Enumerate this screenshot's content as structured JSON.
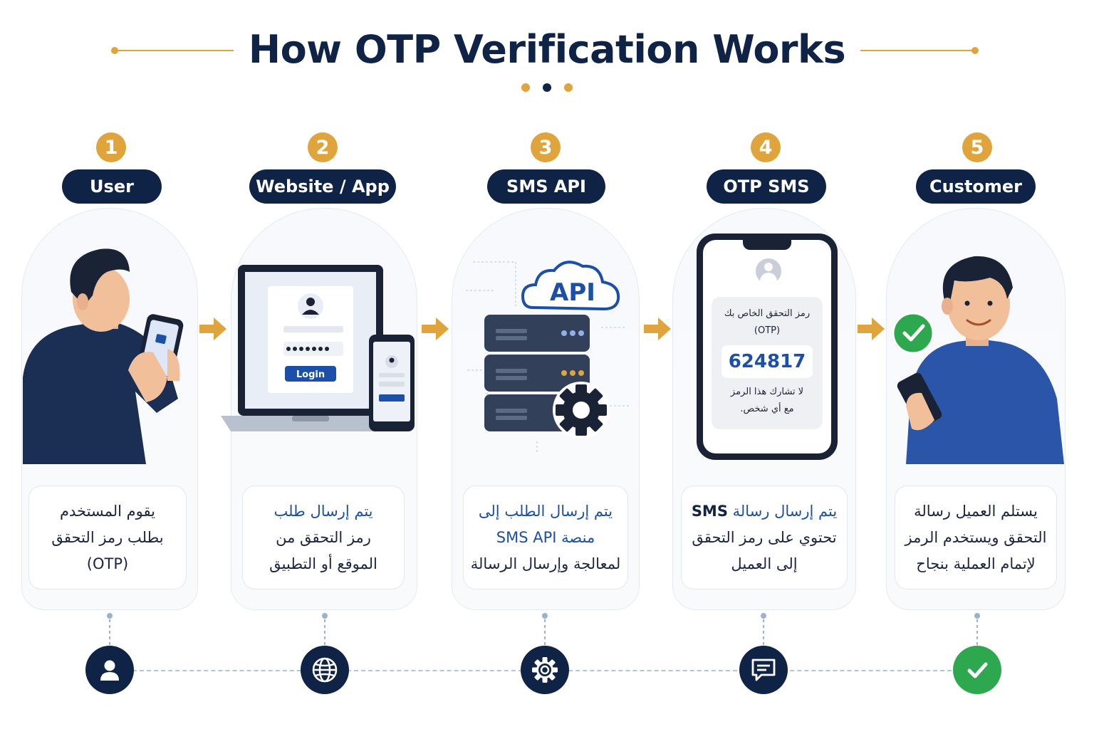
{
  "title": "How OTP Verification Works",
  "colors": {
    "navy": "#0f2347",
    "gold": "#e0a43c",
    "blue": "#1b4fa8",
    "green": "#2ea84e"
  },
  "steps": [
    {
      "number": "1",
      "label": "User",
      "desc": [
        "يقوم المستخدم",
        "بطلب رمز التحقق",
        "(OTP)"
      ],
      "bottom_icon": "user-icon"
    },
    {
      "number": "2",
      "label": "Website / App",
      "desc": [
        "يتم إرسال طلب",
        "رمز التحقق من",
        "الموقع أو التطبيق"
      ],
      "login_button": "Login",
      "bottom_icon": "globe-icon"
    },
    {
      "number": "3",
      "label": "SMS API",
      "desc1": "يتم إرسال الطلب إلى",
      "desc2_pre": "منصة ",
      "desc2_api": "SMS API",
      "desc3": "لمعالجة وإرسال الرسالة",
      "cloud_label": "API",
      "bottom_icon": "gear-icon"
    },
    {
      "number": "4",
      "label": "OTP SMS",
      "desc1_pre": "يتم إرسال رسالة ",
      "desc1_sms": "SMS",
      "desc2": "تحتوي على رمز التحقق",
      "desc3": "إلى العميل",
      "sms_title": "رمز التحقق الخاص بك",
      "sms_otp": "(OTP)",
      "sms_code": "624817",
      "sms_warning1": "لا تشارك هذا الرمز",
      "sms_warning2": "مع أي شخص.",
      "bottom_icon": "message-icon"
    },
    {
      "number": "5",
      "label": "Customer",
      "desc": [
        "يستلم العميل رسالة",
        "التحقق ويستخدم الرمز",
        "لإتمام العملية بنجاح"
      ],
      "bottom_icon": "check-icon"
    }
  ]
}
